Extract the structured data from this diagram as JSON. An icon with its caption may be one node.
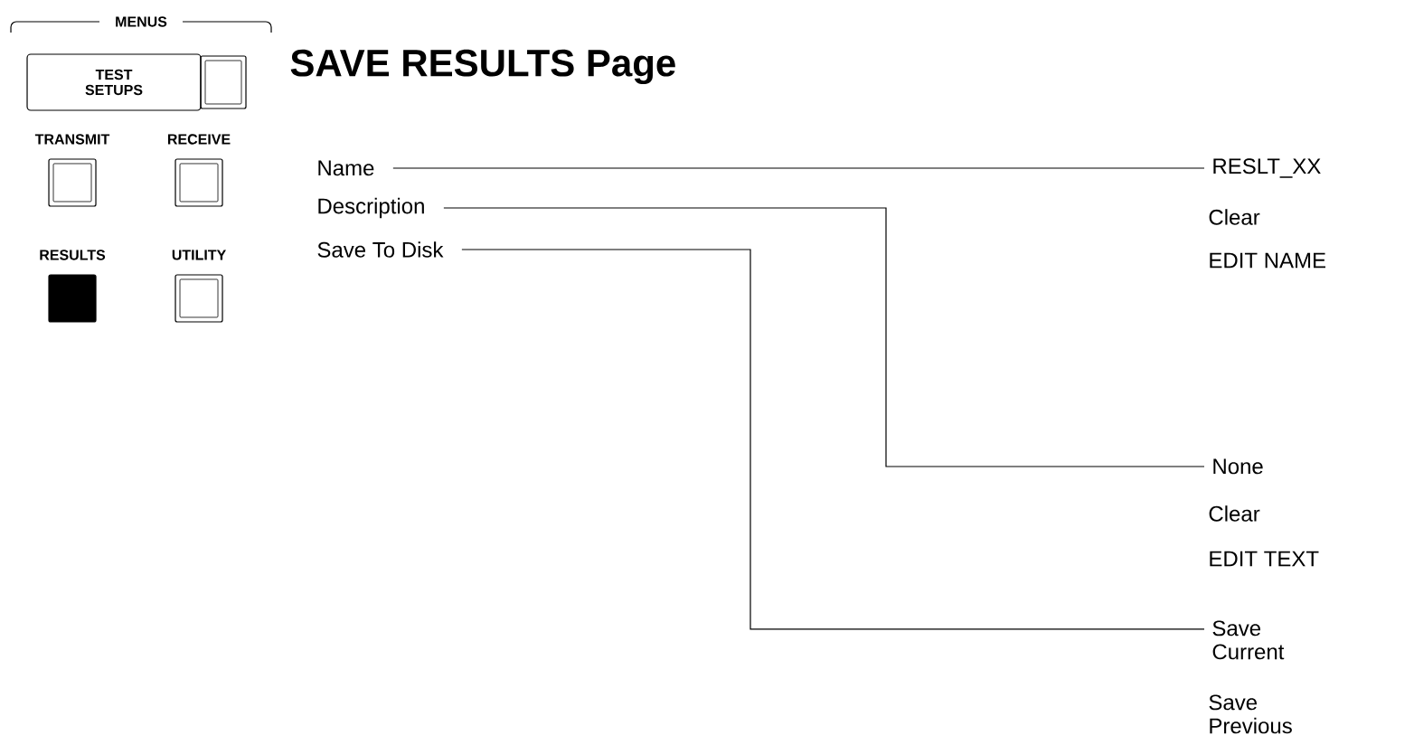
{
  "diagram": {
    "title": "SAVE RESULTS Page",
    "nodes": [
      {
        "text": [
          "Name"
        ]
      },
      {
        "text": [
          "Description"
        ]
      },
      {
        "text": [
          "Save To Disk"
        ]
      },
      {
        "text": [
          "RESLT_XX"
        ]
      },
      {
        "text": [
          "None"
        ]
      },
      {
        "text": [
          "Save Current"
        ]
      }
    ],
    "edges": [
      {
        "from": 0,
        "to": 3,
        "arrow": "none"
      },
      {
        "from": 1,
        "to": 4,
        "arrow": "none"
      },
      {
        "from": 2,
        "to": 5,
        "arrow": "none"
      }
    ],
    "labels": [
      "MENUS",
      "TEST SETUPS",
      "TRANSMIT",
      "RECEIVE",
      "RESULTS",
      "UTILITY",
      "Clear",
      "EDIT NAME",
      "Clear",
      "EDIT TEXT",
      "Save Previous"
    ]
  }
}
